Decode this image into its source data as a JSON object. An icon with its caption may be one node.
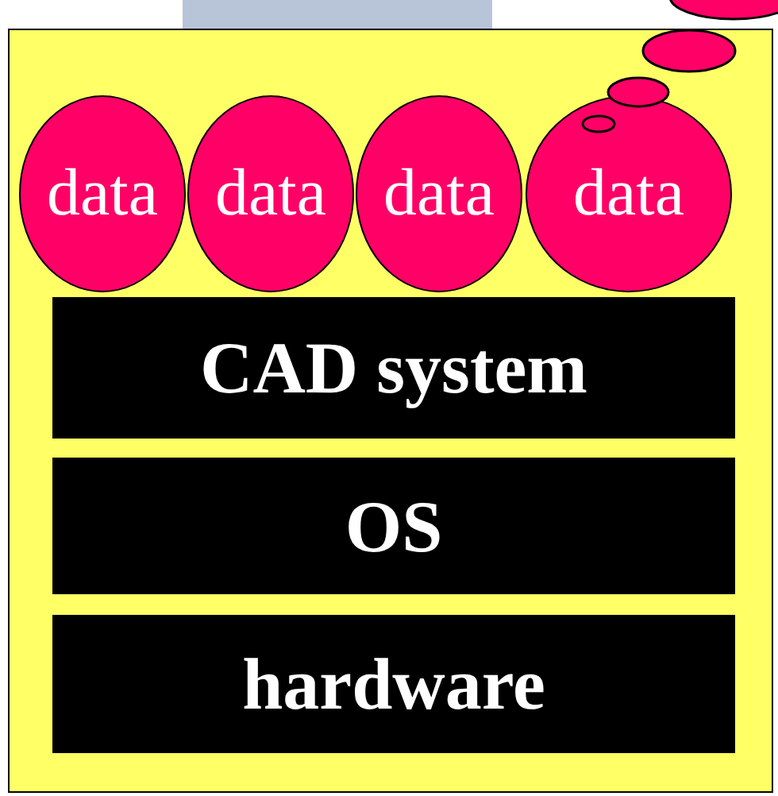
{
  "diagram": {
    "nodes": [
      {
        "text": [],
        "shape": "box"
      },
      {
        "text": [
          "data"
        ],
        "in": 0
      },
      {
        "text": [
          "data"
        ],
        "in": 0
      },
      {
        "text": [
          "data"
        ],
        "in": 0
      },
      {
        "text": [
          "data"
        ],
        "in": 0
      },
      {
        "text": [
          "CAD system"
        ],
        "in": 0
      },
      {
        "text": [
          "OS"
        ],
        "in": 0
      },
      {
        "text": [
          "hardware"
        ],
        "in": 0
      }
    ]
  }
}
